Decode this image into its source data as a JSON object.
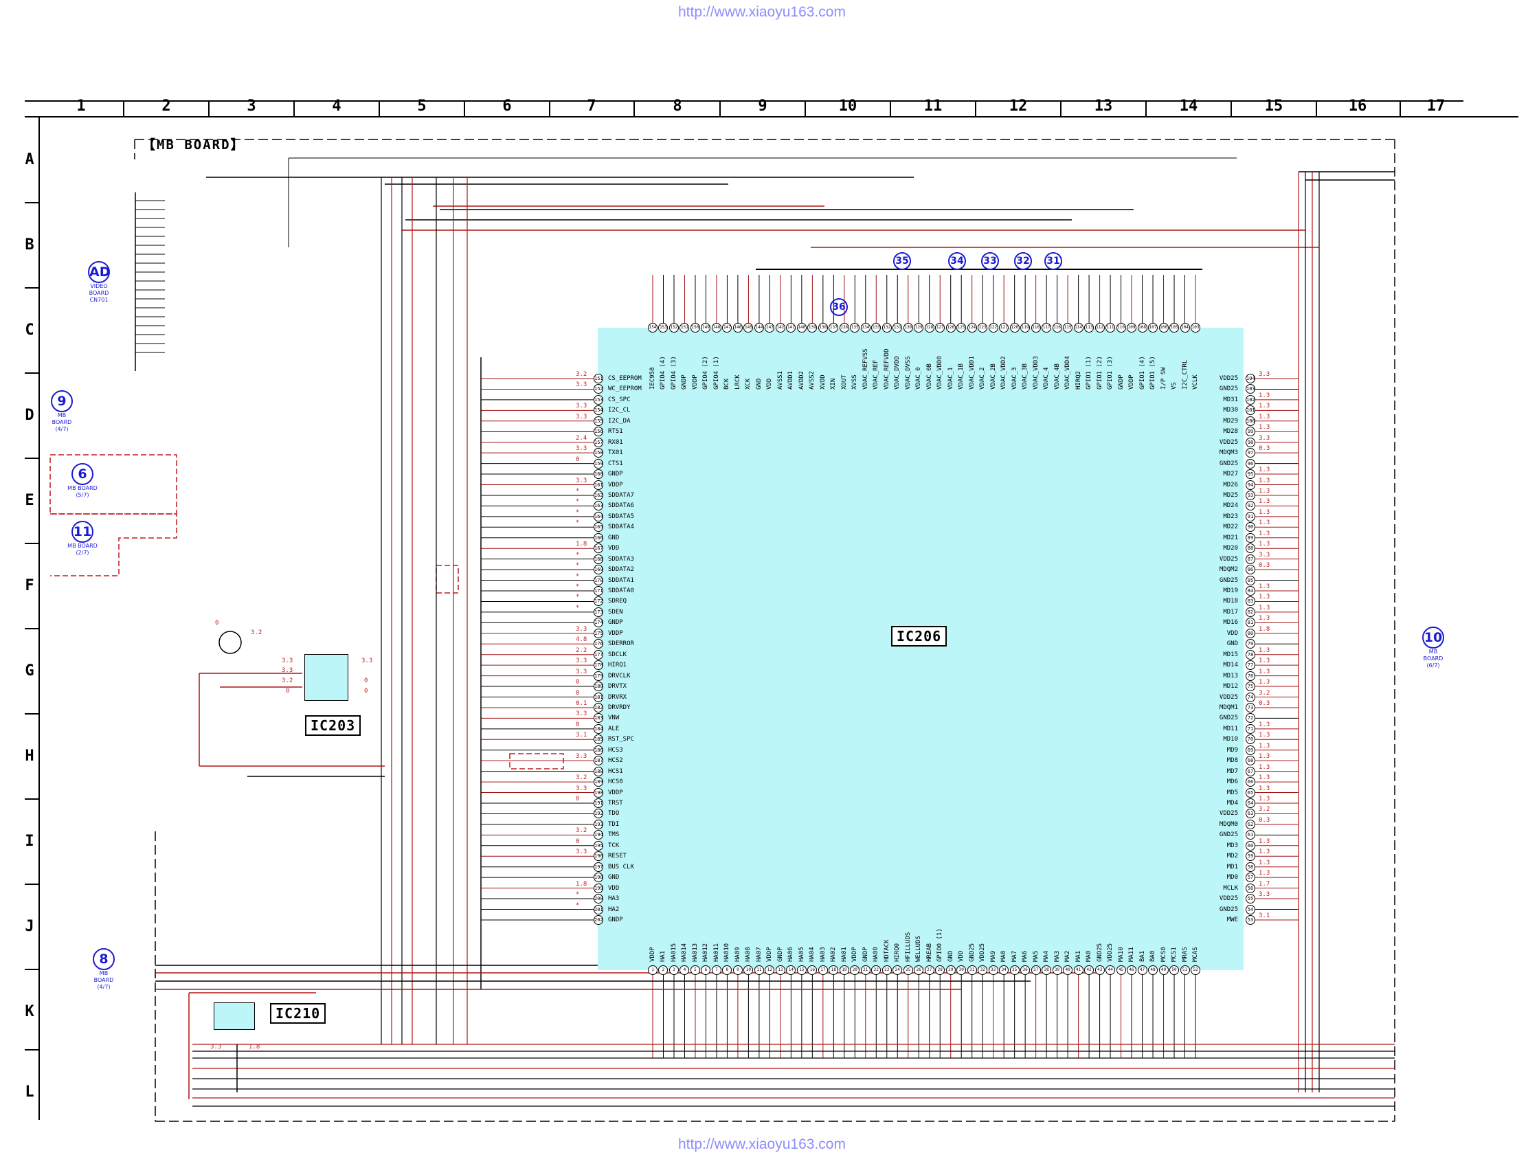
{
  "header_url": "http://www.xiaoyu163.com",
  "footer_url": "http://www.xiaoyu163.com",
  "columns": [
    "1",
    "2",
    "3",
    "4",
    "5",
    "6",
    "7",
    "8",
    "9",
    "10",
    "11",
    "12",
    "13",
    "14",
    "15",
    "16",
    "17"
  ],
  "rows": [
    "A",
    "B",
    "C",
    "D",
    "E",
    "F",
    "G",
    "H",
    "I",
    "J",
    "K",
    "L"
  ],
  "board_title": "【MB BOARD】",
  "ics": {
    "main": "IC206",
    "eeprom": "IC203",
    "regulator": "IC210"
  },
  "refs": {
    "ad": {
      "symbol": "AD",
      "line1": "VIDEO",
      "line2": "BOARD",
      "line3": "CN701"
    },
    "r9": {
      "symbol": "9",
      "line1": "MB",
      "line2": "BOARD",
      "line3": "(4/7)"
    },
    "r6": {
      "symbol": "6",
      "line1": "MB BOARD",
      "line2": "(5/7)"
    },
    "r11": {
      "symbol": "11",
      "line1": "MB BOARD",
      "line2": "(2/7)"
    },
    "r8": {
      "symbol": "8",
      "line1": "MB",
      "line2": "BOARD",
      "line3": "(4/7)"
    },
    "r10": {
      "symbol": "10",
      "line1": "MB",
      "line2": "BOARD",
      "line3": "(6/7)"
    },
    "w35": "35",
    "w34": "34",
    "w33": "33",
    "w32": "32",
    "w31": "31",
    "w36": "36"
  },
  "left_pins": [
    {
      "no": "151",
      "name": "CS_EEPROM",
      "v": "3.2"
    },
    {
      "no": "152",
      "name": "WC_EEPROM",
      "v": "3.3"
    },
    {
      "no": "153",
      "name": "CS_SPC",
      "v": ""
    },
    {
      "no": "154",
      "name": "I2C_CL",
      "v": "3.3"
    },
    {
      "no": "155",
      "name": "I2C_DA",
      "v": "3.3"
    },
    {
      "no": "156",
      "name": "RTS1",
      "v": ""
    },
    {
      "no": "157",
      "name": "RX01",
      "v": "2.4"
    },
    {
      "no": "158",
      "name": "TX01",
      "v": "3.3"
    },
    {
      "no": "159",
      "name": "CTS1",
      "v": "0"
    },
    {
      "no": "160",
      "name": "GNDP",
      "v": ""
    },
    {
      "no": "161",
      "name": "VDDP",
      "v": "3.3"
    },
    {
      "no": "162",
      "name": "SDDATA7",
      "v": "*"
    },
    {
      "no": "163",
      "name": "SDDATA6",
      "v": "*"
    },
    {
      "no": "164",
      "name": "SDDATA5",
      "v": "*"
    },
    {
      "no": "165",
      "name": "SDDATA4",
      "v": "*"
    },
    {
      "no": "166",
      "name": "GND",
      "v": ""
    },
    {
      "no": "167",
      "name": "VDD",
      "v": "1.8"
    },
    {
      "no": "168",
      "name": "SDDATA3",
      "v": "*"
    },
    {
      "no": "169",
      "name": "SDDATA2",
      "v": "*"
    },
    {
      "no": "170",
      "name": "SDDATA1",
      "v": "*"
    },
    {
      "no": "171",
      "name": "SDDATA0",
      "v": "*"
    },
    {
      "no": "172",
      "name": "SDREQ",
      "v": "*"
    },
    {
      "no": "173",
      "name": "SDEN",
      "v": "*"
    },
    {
      "no": "174",
      "name": "GNDP",
      "v": ""
    },
    {
      "no": "175",
      "name": "VDDP",
      "v": "3.3"
    },
    {
      "no": "176",
      "name": "SDERROR",
      "v": "4.8"
    },
    {
      "no": "177",
      "name": "SDCLK",
      "v": "2.2"
    },
    {
      "no": "178",
      "name": "HIRQ1",
      "v": "3.3"
    },
    {
      "no": "179",
      "name": "DRVCLK",
      "v": "3.3"
    },
    {
      "no": "180",
      "name": "DRVTX",
      "v": "0"
    },
    {
      "no": "181",
      "name": "DRVRX",
      "v": "0"
    },
    {
      "no": "182",
      "name": "DRVRDY",
      "v": "0.1"
    },
    {
      "no": "183",
      "name": "VNW",
      "v": "3.3"
    },
    {
      "no": "184",
      "name": "ALE",
      "v": "0"
    },
    {
      "no": "185",
      "name": "RST_SPC",
      "v": "3.1"
    },
    {
      "no": "186",
      "name": "HCS3",
      "v": ""
    },
    {
      "no": "187",
      "name": "HCS2",
      "v": "3.3"
    },
    {
      "no": "188",
      "name": "HCS1",
      "v": ""
    },
    {
      "no": "189",
      "name": "HCS0",
      "v": "3.2"
    },
    {
      "no": "190",
      "name": "VDDP",
      "v": "3.3"
    },
    {
      "no": "191",
      "name": "TRST",
      "v": "0"
    },
    {
      "no": "192",
      "name": "TDO",
      "v": ""
    },
    {
      "no": "193",
      "name": "TDI",
      "v": ""
    },
    {
      "no": "194",
      "name": "TMS",
      "v": "3.2"
    },
    {
      "no": "195",
      "name": "TCK",
      "v": "0"
    },
    {
      "no": "196",
      "name": "RESET",
      "v": "3.3"
    },
    {
      "no": "197",
      "name": "BUS CLK",
      "v": ""
    },
    {
      "no": "198",
      "name": "GND",
      "v": ""
    },
    {
      "no": "199",
      "name": "VDD",
      "v": "1.8"
    },
    {
      "no": "200",
      "name": "HA3",
      "v": "*"
    },
    {
      "no": "201",
      "name": "HA2",
      "v": "*"
    },
    {
      "no": "202",
      "name": "GNDP",
      "v": ""
    }
  ],
  "right_pins": [
    {
      "no": "104",
      "name": "VDD25",
      "v": "3.3"
    },
    {
      "no": "103",
      "name": "GND25",
      "v": ""
    },
    {
      "no": "102",
      "name": "MD31",
      "v": "1.3"
    },
    {
      "no": "101",
      "name": "MD30",
      "v": "1.3"
    },
    {
      "no": "100",
      "name": "MD29",
      "v": "1.3"
    },
    {
      "no": "99",
      "name": "MD28",
      "v": "1.3"
    },
    {
      "no": "98",
      "name": "VDD25",
      "v": "3.3"
    },
    {
      "no": "97",
      "name": "MDQM3",
      "v": "0.3"
    },
    {
      "no": "96",
      "name": "GND25",
      "v": ""
    },
    {
      "no": "95",
      "name": "MD27",
      "v": "1.3"
    },
    {
      "no": "94",
      "name": "MD26",
      "v": "1.3"
    },
    {
      "no": "93",
      "name": "MD25",
      "v": "1.3"
    },
    {
      "no": "92",
      "name": "MD24",
      "v": "1.3"
    },
    {
      "no": "91",
      "name": "MD23",
      "v": "1.3"
    },
    {
      "no": "90",
      "name": "MD22",
      "v": "1.3"
    },
    {
      "no": "89",
      "name": "MD21",
      "v": "1.3"
    },
    {
      "no": "88",
      "name": "MD20",
      "v": "1.3"
    },
    {
      "no": "87",
      "name": "VDD25",
      "v": "3.3"
    },
    {
      "no": "86",
      "name": "MDQM2",
      "v": "0.3"
    },
    {
      "no": "85",
      "name": "GND25",
      "v": ""
    },
    {
      "no": "84",
      "name": "MD19",
      "v": "1.3"
    },
    {
      "no": "83",
      "name": "MD18",
      "v": "1.3"
    },
    {
      "no": "82",
      "name": "MD17",
      "v": "1.3"
    },
    {
      "no": "81",
      "name": "MD16",
      "v": "1.3"
    },
    {
      "no": "80",
      "name": "VDD",
      "v": "1.8"
    },
    {
      "no": "79",
      "name": "GND",
      "v": ""
    },
    {
      "no": "78",
      "name": "MD15",
      "v": "1.3"
    },
    {
      "no": "77",
      "name": "MD14",
      "v": "1.3"
    },
    {
      "no": "76",
      "name": "MD13",
      "v": "1.3"
    },
    {
      "no": "75",
      "name": "MD12",
      "v": "1.3"
    },
    {
      "no": "74",
      "name": "VDD25",
      "v": "3.2"
    },
    {
      "no": "73",
      "name": "MDQM1",
      "v": "0.3"
    },
    {
      "no": "72",
      "name": "GND25",
      "v": ""
    },
    {
      "no": "71",
      "name": "MD11",
      "v": "1.3"
    },
    {
      "no": "70",
      "name": "MD10",
      "v": "1.3"
    },
    {
      "no": "69",
      "name": "MD9",
      "v": "1.3"
    },
    {
      "no": "68",
      "name": "MD8",
      "v": "1.3"
    },
    {
      "no": "67",
      "name": "MD7",
      "v": "1.3"
    },
    {
      "no": "66",
      "name": "MD6",
      "v": "1.3"
    },
    {
      "no": "65",
      "name": "MD5",
      "v": "1.3"
    },
    {
      "no": "64",
      "name": "MD4",
      "v": "1.3"
    },
    {
      "no": "63",
      "name": "VDD25",
      "v": "3.2"
    },
    {
      "no": "62",
      "name": "MDQM0",
      "v": "0.3"
    },
    {
      "no": "61",
      "name": "GND25",
      "v": ""
    },
    {
      "no": "60",
      "name": "MD3",
      "v": "1.3"
    },
    {
      "no": "59",
      "name": "MD2",
      "v": "1.3"
    },
    {
      "no": "58",
      "name": "MD1",
      "v": "1.3"
    },
    {
      "no": "57",
      "name": "MD0",
      "v": "1.3"
    },
    {
      "no": "56",
      "name": "MCLK",
      "v": "1.7"
    },
    {
      "no": "55",
      "name": "VDD25",
      "v": "3.3"
    },
    {
      "no": "54",
      "name": "GND25",
      "v": ""
    },
    {
      "no": "53",
      "name": "MWE",
      "v": "3.1"
    }
  ],
  "top_pins": [
    "IEC958",
    "GPIO4 (4)",
    "GPIO4 (3)",
    "GNDP",
    "VDDP",
    "GPIO4 (2)",
    "GPIO4 (1)",
    "BCK",
    "LRCK",
    "XCK",
    "GND",
    "VDD",
    "AVSS1",
    "AVDD1",
    "AVDD2",
    "AVSS2",
    "XVDD",
    "XIN",
    "XOUT",
    "XVSS",
    "VDAC_REFVSS",
    "VDAC_REF",
    "VDAC_REFVDD",
    "VDAC_DVDD",
    "VDAC_DVSS",
    "VDAC_0",
    "VDAC_0B",
    "VDAC_VDD0",
    "VDAC_1",
    "VDAC_1B",
    "VDAC_VDD1",
    "VDAC_2",
    "VDAC_2B",
    "VDAC_VDD2",
    "VDAC_3",
    "VDAC_3B",
    "VDAC_VDD3",
    "VDAC_4",
    "VDAC_4B",
    "VDAC_VDD4",
    "HIRQ2",
    "GPIO1 (1)",
    "GPIO1 (2)",
    "GPIO1 (3)",
    "GNDP",
    "VDDP",
    "GPIO1 (4)",
    "GPIO1 (5)",
    "I/P SW",
    "VS",
    "I2C_CTRL",
    "VCLK"
  ],
  "bottom_pins": [
    "VDDP",
    "HA1",
    "HA015",
    "HA014",
    "HA013",
    "HA012",
    "HA011",
    "HA010",
    "HA09",
    "HA08",
    "HA07",
    "VDDP",
    "GNDP",
    "HA06",
    "HA05",
    "HA04",
    "HA03",
    "HA02",
    "HA01",
    "VDDP",
    "GNDP",
    "HA00",
    "HDTACK",
    "HIRQ0",
    "HFILLUDS",
    "WELLUDS",
    "HREAB",
    "GPIO0 (1)",
    "GND",
    "VDD",
    "GND25",
    "VDD25",
    "MA9",
    "MA8",
    "MA7",
    "MA6",
    "MA5",
    "MA4",
    "MA3",
    "MA2",
    "MA1",
    "MA0",
    "GND25",
    "VDD25",
    "MA10",
    "MA11",
    "BA1",
    "BA0",
    "MCS0",
    "MCS1",
    "MRAS",
    "MCAS"
  ],
  "regulator_voltages": [
    "3.3",
    "1.8"
  ],
  "eeprom_voltages": {
    "left": [
      "3.3",
      "3.3",
      "3.2",
      "0"
    ],
    "right": [
      "3.3",
      "0",
      "0"
    ]
  },
  "transistor_voltages": [
    "0",
    "3.2"
  ]
}
